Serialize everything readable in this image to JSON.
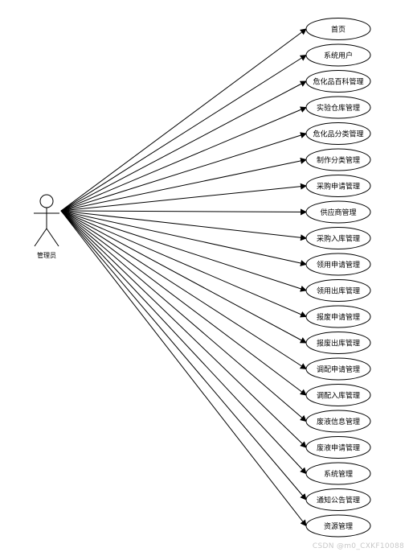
{
  "actor": {
    "label": "管理员",
    "icon": "stick-figure-icon"
  },
  "use_cases": [
    "首页",
    "系统用户",
    "危化品百科管理",
    "实验仓库管理",
    "危化品分类管理",
    "制作分类管理",
    "采购申请管理",
    "供应商管理",
    "采购入库管理",
    "领用申请管理",
    "领用出库管理",
    "报废申请管理",
    "报废出库管理",
    "调配申请管理",
    "调配入库管理",
    "废液信息管理",
    "废液申请管理",
    "系统管理",
    "通知公告管理",
    "资源管理"
  ],
  "watermark": "CSDN @m0_CXKF10088"
}
